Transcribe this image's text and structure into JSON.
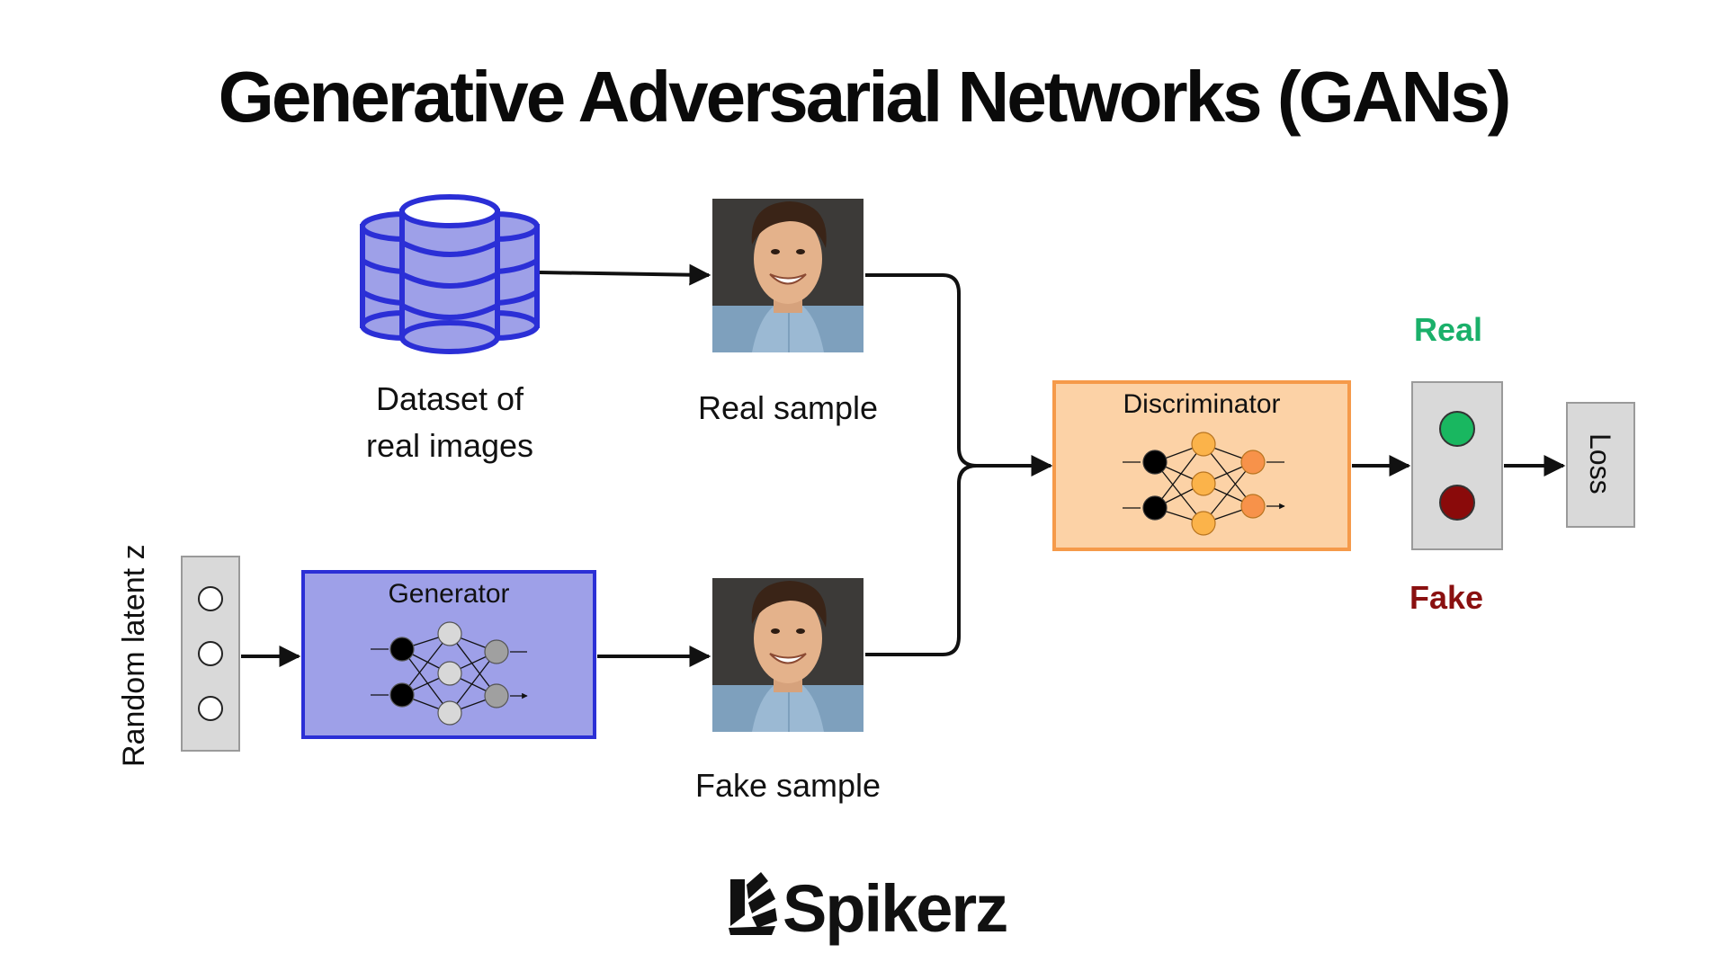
{
  "title": "Generative Adversarial Networks (GANs)",
  "nodes": {
    "dataset": "Dataset of real images",
    "dataset_line1": "Dataset of",
    "dataset_line2": "real images",
    "real_sample": "Real sample",
    "fake_sample": "Fake sample",
    "generator": "Generator",
    "discriminator": "Discriminator",
    "latent": "Random latent z",
    "loss": "Loss"
  },
  "outputs": {
    "real": "Real",
    "fake": "Fake"
  },
  "brand": {
    "name": "Spikerz"
  },
  "icons": {
    "dataset": "database-icon",
    "sample": "face-photo-icon",
    "network": "neural-network-icon",
    "brand": "spikerz-logo-icon"
  },
  "colors": {
    "generator_fill": "#9ea0e8",
    "generator_border": "#2b2fd6",
    "discriminator_fill": "#fcd2a6",
    "discriminator_border": "#f59a4a",
    "real": "#1ab06a",
    "fake": "#8a1010",
    "database": "#2b2fd6"
  }
}
